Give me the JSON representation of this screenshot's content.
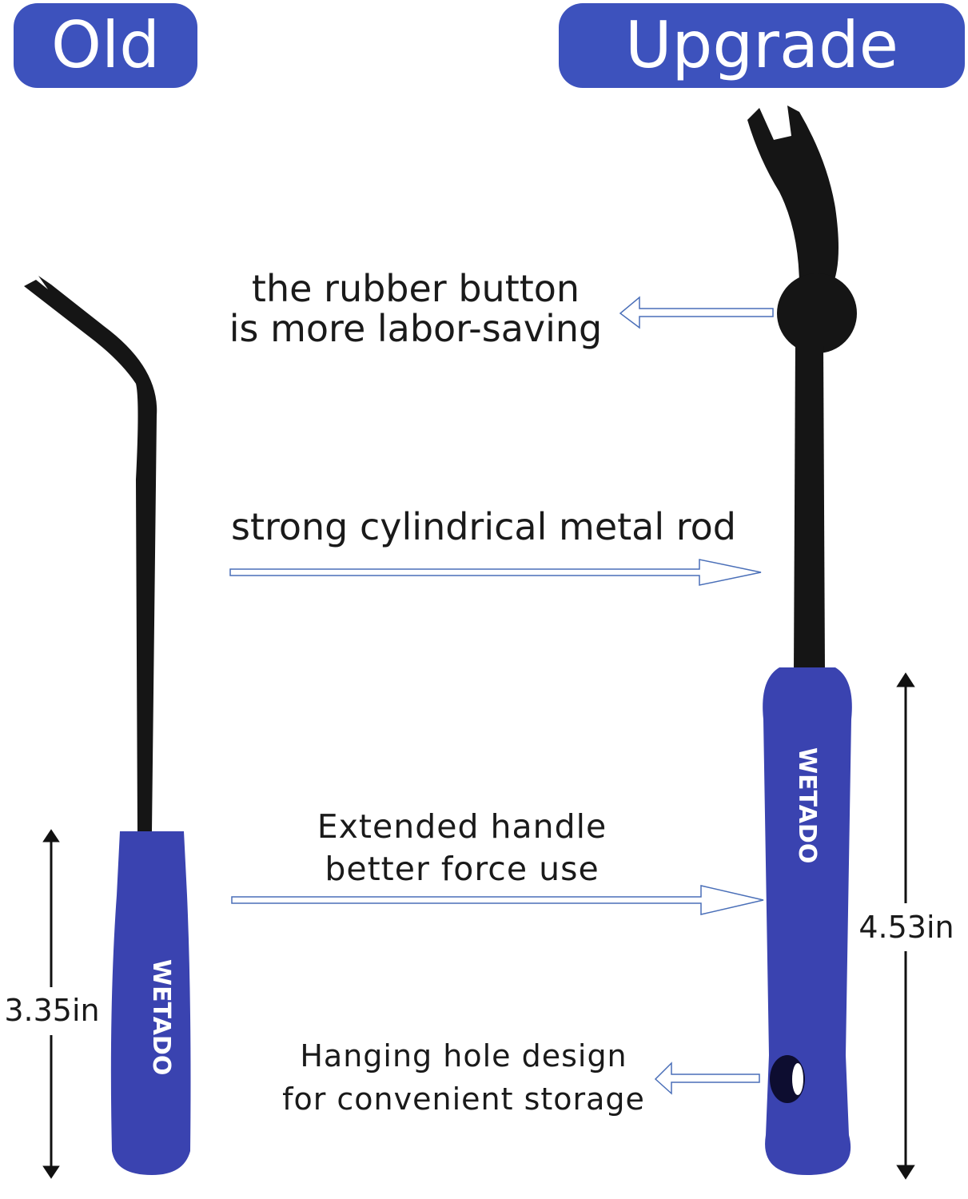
{
  "badges": {
    "old": "Old",
    "upgrade": "Upgrade"
  },
  "callouts": {
    "rubber_button": [
      "the rubber button",
      "is more labor-saving"
    ],
    "metal_rod": "strong cylindrical metal rod",
    "handle": [
      "Extended handle",
      "better force use"
    ],
    "hanging_hole": [
      "Hanging hole design",
      "for convenient storage"
    ]
  },
  "dimensions": {
    "old_handle": "3.35in",
    "upgrade_handle": "4.53in"
  },
  "brand": "WETADO",
  "colors": {
    "accent": "#3d52bd",
    "handle": "#3a43b0",
    "metal": "#151515",
    "arrow": "#4a6fb8"
  }
}
